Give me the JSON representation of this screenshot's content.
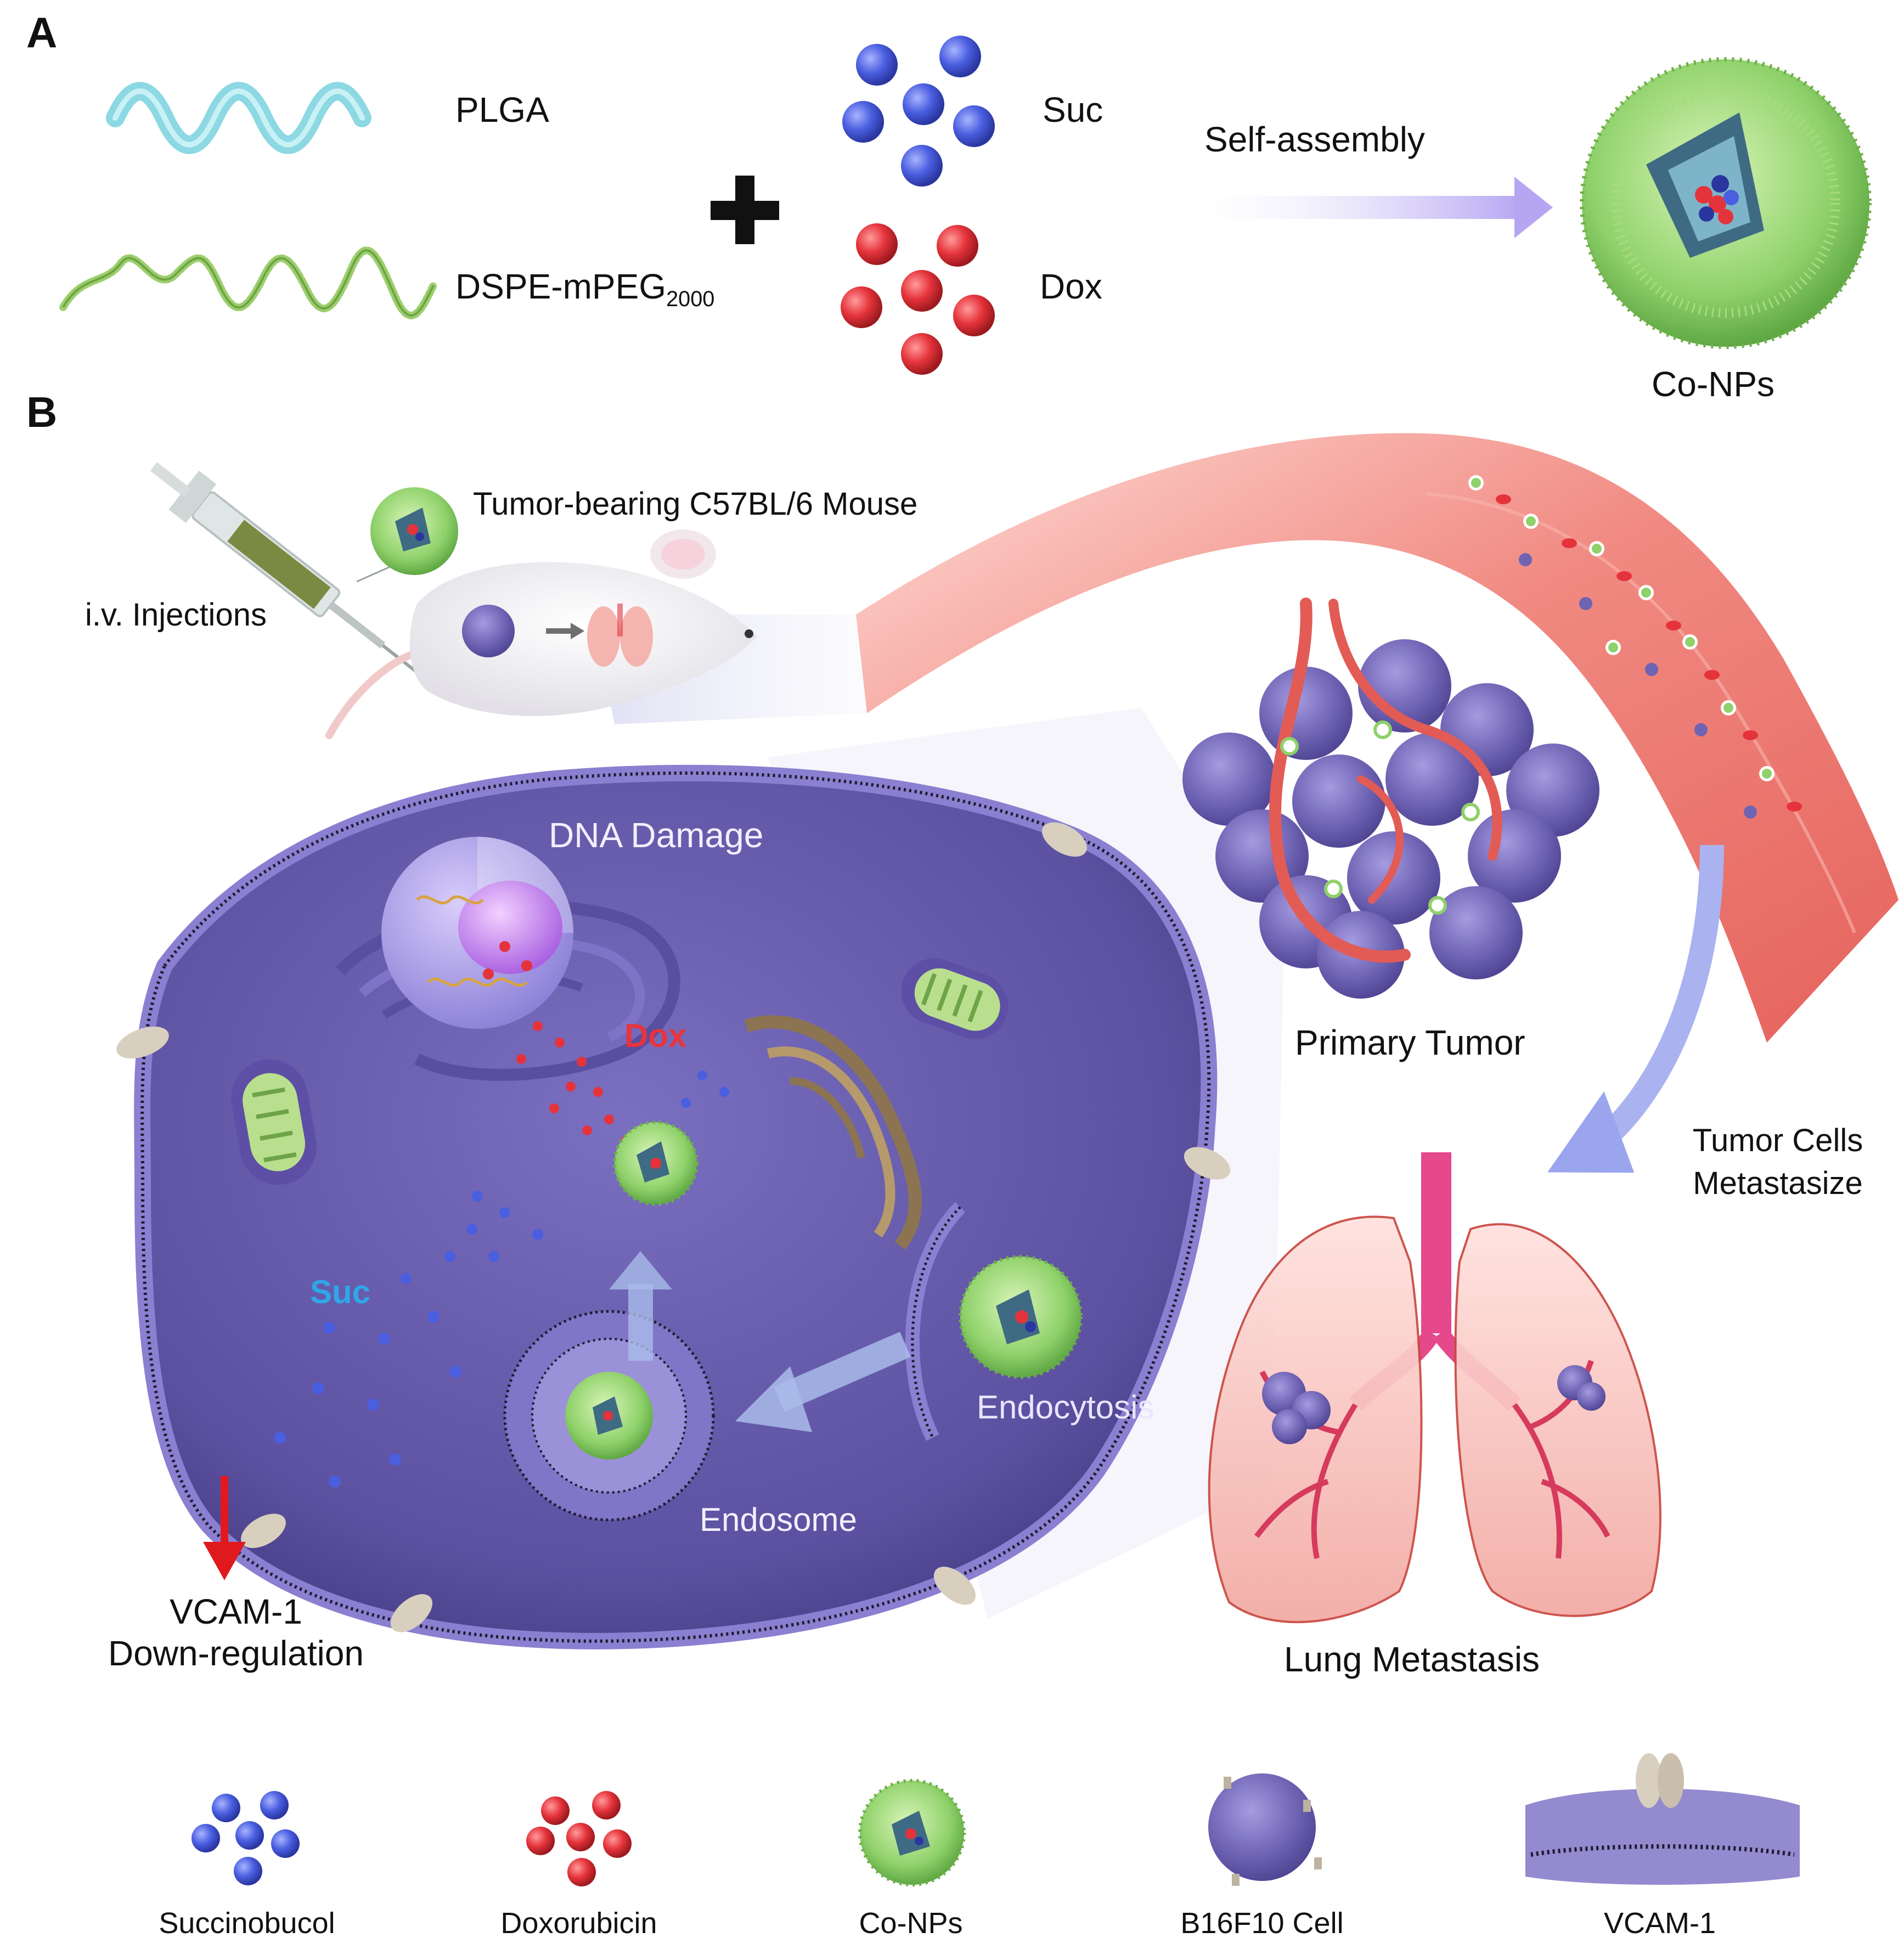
{
  "panels": {
    "a": "A",
    "b": "B"
  },
  "panel_a": {
    "plga": "PLGA",
    "dspe_main": "DSPE-mPEG",
    "dspe_sub": "2000",
    "suc": "Suc",
    "dox": "Dox",
    "self_assembly": "Self-assembly",
    "co_nps": "Co-NPs"
  },
  "panel_b": {
    "mouse": "Tumor-bearing C57BL/6 Mouse",
    "injection": "i.v. Injections",
    "primary_tumor": "Primary Tumor",
    "metastasize_line1": "Tumor Cells",
    "metastasize_line2": "Metastasize",
    "lung_metastasis": "Lung Metastasis",
    "dna_damage": "DNA Damage",
    "dox": "Dox",
    "suc": "Suc",
    "endocytosis": "Endocytosis",
    "endosome": "Endosome",
    "vcam_line1": "VCAM-1",
    "vcam_line2": "Down-regulation"
  },
  "legend": [
    {
      "label": "Succinobucol"
    },
    {
      "label": "Doxorubicin"
    },
    {
      "label": "Co-NPs"
    },
    {
      "label": "B16F10 Cell"
    },
    {
      "label": "VCAM-1"
    }
  ],
  "colors": {
    "suc_blue": "#4a5ee0",
    "dox_red": "#e5333b",
    "shell_green": "#8fd16a",
    "cell_purple": "#6f63b3",
    "vessel_red": "#e96a63",
    "arrow_lavender": "#b6a6f2",
    "down_arrow_red": "#e0191f",
    "label_dox": "#e8343c",
    "label_suc": "#2fa7e8"
  }
}
